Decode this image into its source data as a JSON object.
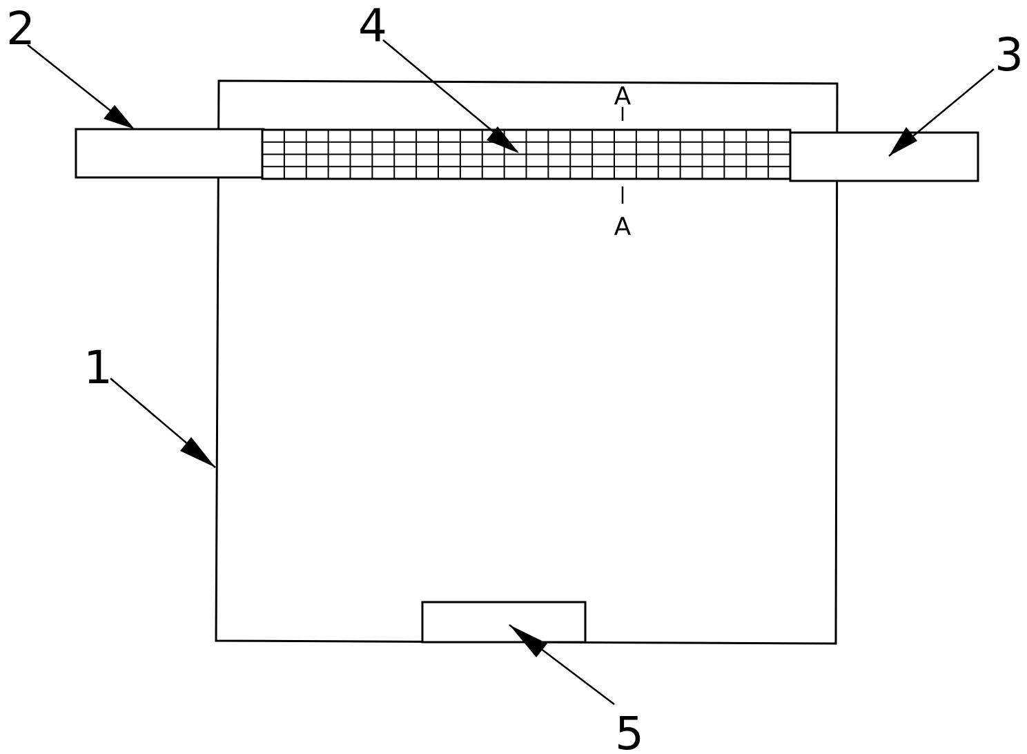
{
  "labels": {
    "part1": "1",
    "part2": "2",
    "part3": "3",
    "part4": "4",
    "part5": "5",
    "section_top": "A",
    "section_bottom": "A"
  },
  "mesh": {
    "columns": 24,
    "rows": 4
  },
  "colors": {
    "stroke": "#000000",
    "background": "#ffffff"
  }
}
